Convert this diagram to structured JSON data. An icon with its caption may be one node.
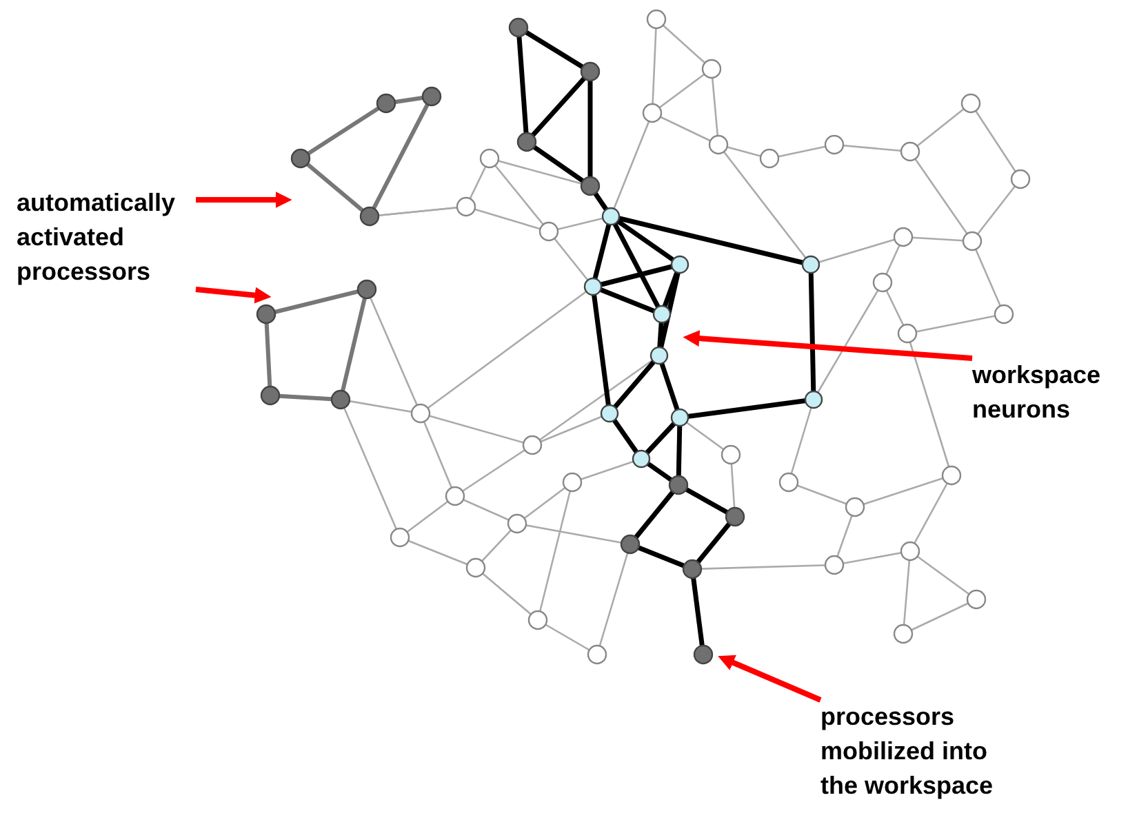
{
  "diagram": {
    "nodes": [
      {
        "text": [
          "automatically activated processors"
        ]
      },
      {
        "text": [
          "workspace neurons"
        ]
      },
      {
        "text": [
          "processors mobilized into the workspace"
        ]
      }
    ],
    "edges": [
      {
        "from": 0,
        "to": null,
        "arrow": "to"
      },
      {
        "from": 0,
        "to": null,
        "arrow": "to"
      },
      {
        "from": 1,
        "to": null,
        "arrow": "to"
      },
      {
        "from": 2,
        "to": null,
        "arrow": "to"
      }
    ]
  }
}
